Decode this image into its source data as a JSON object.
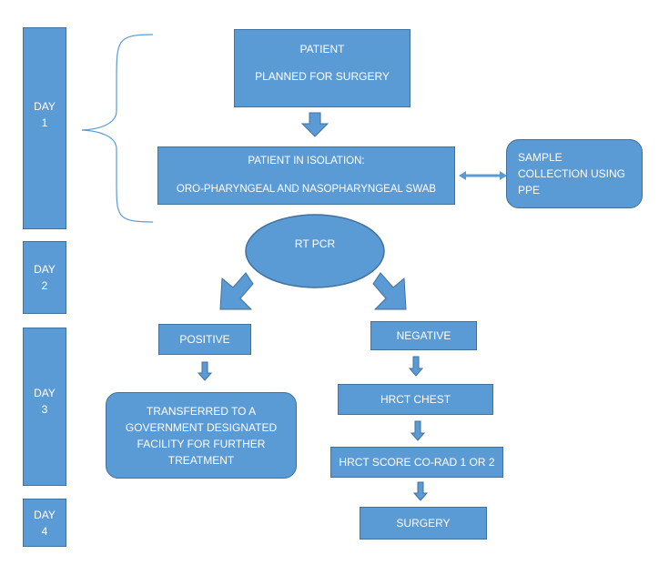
{
  "days": [
    {
      "lines": [
        "DAY",
        "1"
      ]
    },
    {
      "lines": [
        "DAY",
        "2"
      ]
    },
    {
      "lines": [
        "DAY",
        "3"
      ]
    },
    {
      "lines": [
        "DAY",
        "4"
      ]
    }
  ],
  "nodes": {
    "patient": {
      "lines": [
        "PATIENT",
        "PLANNED FOR SURGERY"
      ]
    },
    "isolation": {
      "lines": [
        "PATIENT IN ISOLATION:",
        "ORO-PHARYNGEAL AND NASOPHARYNGEAL SWAB"
      ]
    },
    "sample": {
      "lines": [
        "SAMPLE",
        "COLLECTION USING",
        "PPE"
      ]
    },
    "rtpcr": {
      "label": "RT PCR"
    },
    "positive": {
      "label": "POSITIVE"
    },
    "negative": {
      "label": "NEGATIVE"
    },
    "transferred": {
      "lines": [
        "TRANSFERRED TO A",
        "GOVERNMENT DESIGNATED",
        "FACILITY FOR FURTHER",
        "TREATMENT"
      ]
    },
    "hrct": {
      "label": "HRCT CHEST"
    },
    "score": {
      "label": "HRCT SCORE CO-RAD 1 OR 2"
    },
    "surgery": {
      "label": "SURGERY"
    }
  },
  "colors": {
    "fill": "#5b9bd5",
    "stroke": "#41719c",
    "text": "#ffffff"
  }
}
